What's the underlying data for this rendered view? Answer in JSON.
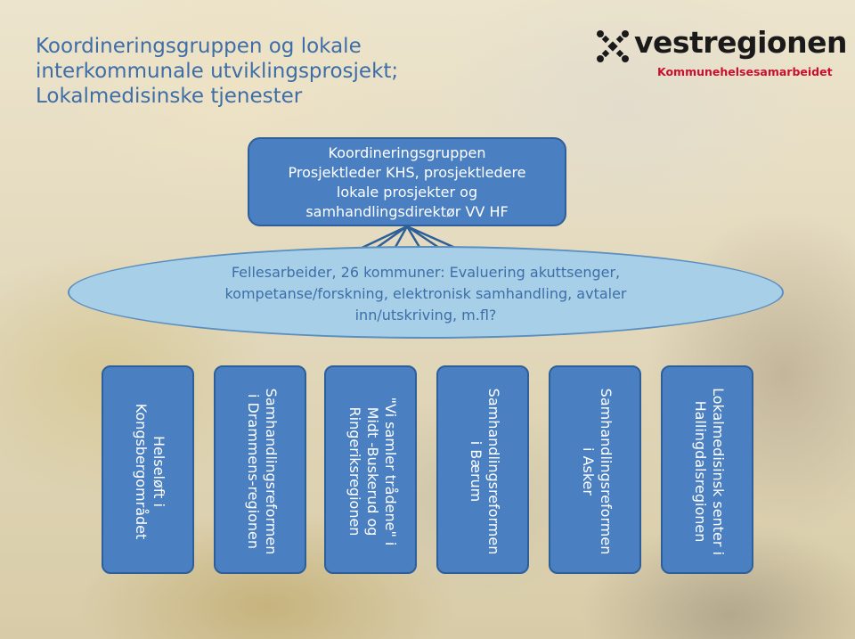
{
  "title": {
    "line1": "Koordineringsgruppen og lokale",
    "line2": "interkommunale utviklingsprosjekt;",
    "line3": "Lokalmedisinske tjenester"
  },
  "logo": {
    "name": "vestregionen",
    "subtitle": "Kommunehelsesamarbeidet",
    "name_color": "#1a1a1a",
    "subtitle_color": "#c8102e"
  },
  "coordination_group": {
    "lines": [
      "Koordineringsgruppen",
      "Prosjektleder KHS, prosjektledere",
      "lokale prosjekter og",
      "samhandlingsdirektør VV HF"
    ]
  },
  "shared_work": {
    "lines": [
      "Fellesarbeider, 26 kommuner: Evaluering akuttsenger,",
      "kompetanse/forskning, elektronisk samhandling, avtaler",
      "inn/utskriving, m.fl?"
    ]
  },
  "projects": [
    {
      "lines": [
        "Helseløft i",
        "Kongsbergområdet"
      ]
    },
    {
      "lines": [
        "Samhandlingsreformen",
        "i Drammens-regionen"
      ]
    },
    {
      "lines": [
        "\"Vi samler trådene\" i",
        "Midt -Buskerud og",
        "Ringeriksregionen"
      ]
    },
    {
      "lines": [
        "Samhandlingsreformen",
        "i Bærum"
      ]
    },
    {
      "lines": [
        "Samhandlingsreformen",
        "i Asker"
      ]
    },
    {
      "lines": [
        "Lokalmedisinsk senter i",
        "Hallingdalsregionen"
      ]
    }
  ],
  "colors": {
    "box_fill": "#4a7fc1",
    "box_border": "#2f5f98",
    "ellipse_fill": "#a7d0e8",
    "title_text": "#3d6ea8"
  }
}
